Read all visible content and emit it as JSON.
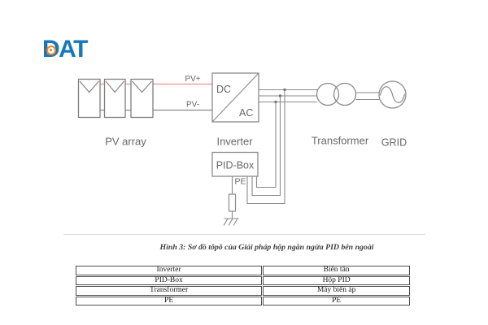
{
  "logo": {
    "text": "DAT",
    "blue": "#1478bd",
    "orange": "#f5821f"
  },
  "diagram": {
    "labels": {
      "pv_plus": "PV+",
      "pv_minus": "PV-",
      "dc": "DC",
      "ac": "AC",
      "pv_array": "PV array",
      "inverter": "Inverter",
      "transformer": "Transformer",
      "grid": "GRID",
      "pid_box": "PID-Box",
      "pe": "PE"
    },
    "colors": {
      "wire_gray": "#8a8a8a",
      "pv_plus_wire": "#eba49e",
      "label_text": "#676767"
    }
  },
  "caption": "Hình 3: Sơ đồ tôpô của Giải pháp hộp ngăn ngừa PID bên ngoài",
  "table": {
    "rows": [
      {
        "en": "Inverter",
        "vi": "Biến tần"
      },
      {
        "en": "PID-Box",
        "vi": "Hộp PID"
      },
      {
        "en": "Transformer",
        "vi": "Máy biến áp"
      },
      {
        "en": "PE",
        "vi": "PE"
      }
    ]
  }
}
